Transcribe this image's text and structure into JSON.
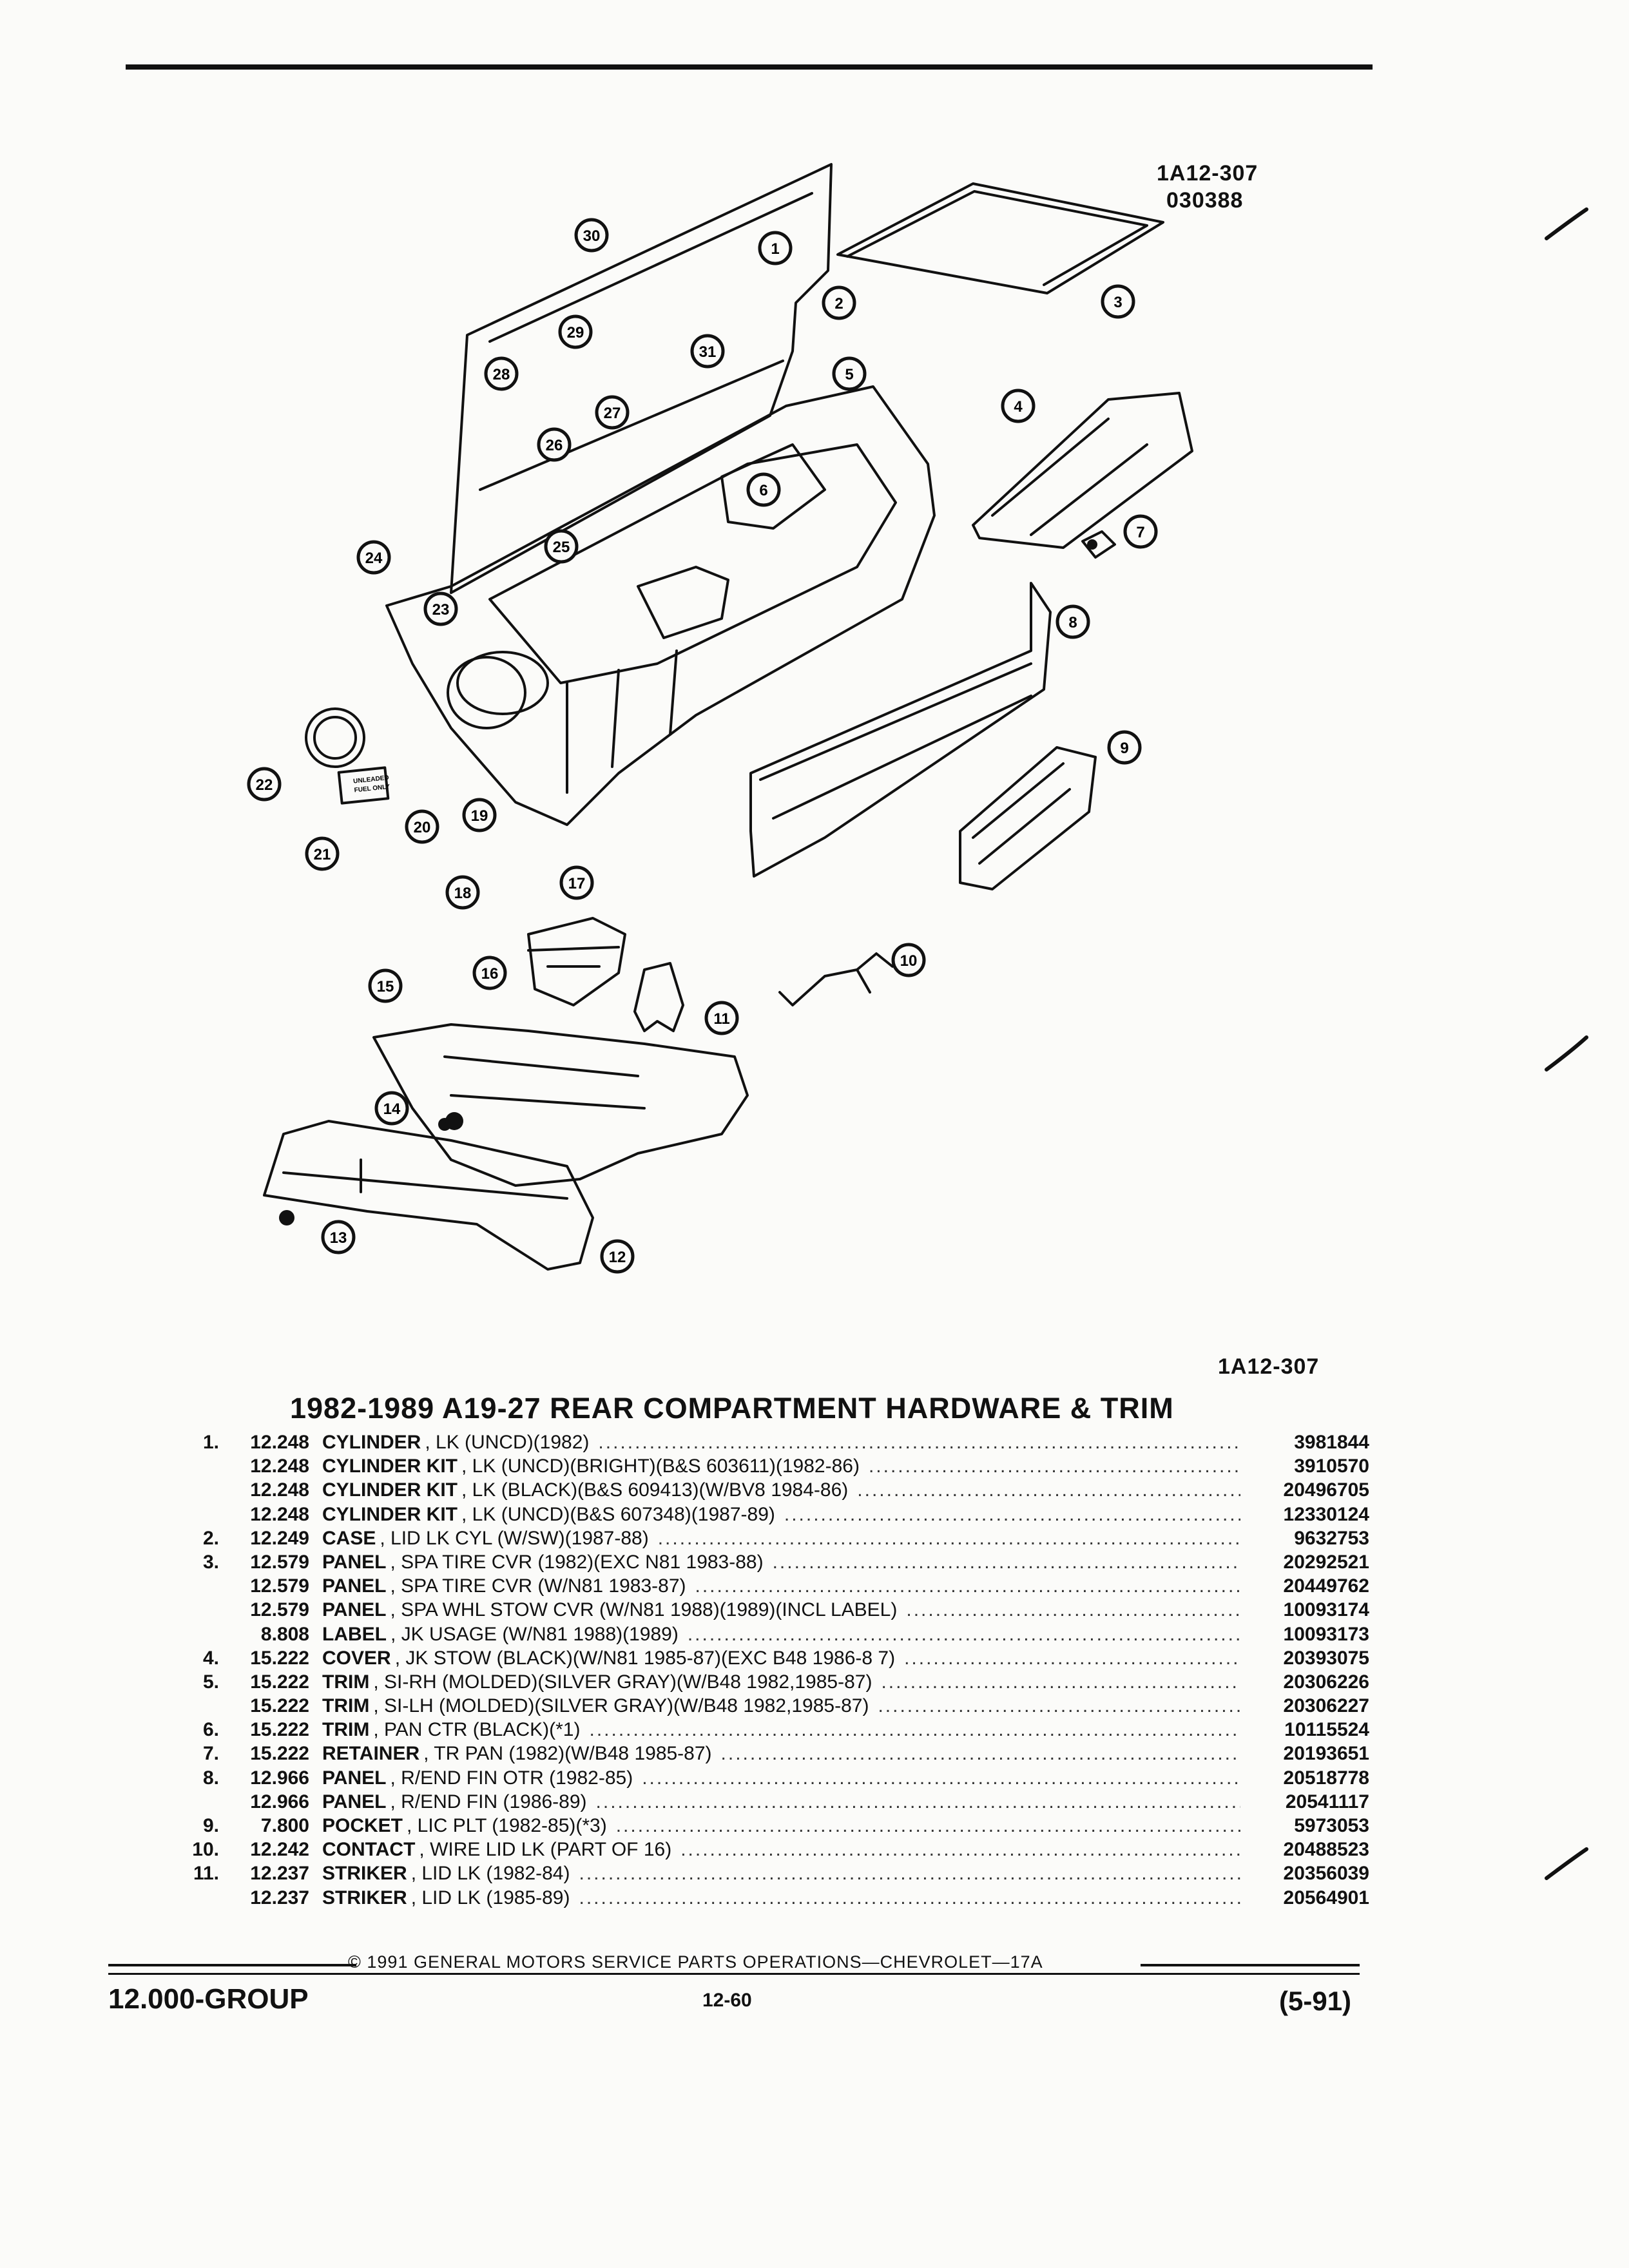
{
  "figure": {
    "id_top": "1A12-307",
    "code_top": "030388",
    "id_bottom": "1A12-307",
    "callouts": [
      "1",
      "2",
      "3",
      "4",
      "5",
      "6",
      "7",
      "8",
      "9",
      "10",
      "11",
      "12",
      "13",
      "14",
      "15",
      "16",
      "17",
      "18",
      "19",
      "20",
      "21",
      "22",
      "23",
      "24",
      "25",
      "26",
      "27",
      "28",
      "29",
      "30",
      "31"
    ],
    "label_text": [
      "UNLEADED",
      "FUEL ONLY"
    ]
  },
  "title": "1982-1989 A19-27 REAR COMPARTMENT HARDWARE & TRIM",
  "parts": [
    {
      "no": "1.",
      "group": "12.248",
      "name": "CYLINDER",
      "detail": ", LK (UNCD)(1982)",
      "part_no": "3981844"
    },
    {
      "no": "",
      "group": "12.248",
      "name": "CYLINDER KIT",
      "detail": ", LK (UNCD)(BRIGHT)(B&S 603611)(1982-86)",
      "part_no": "3910570"
    },
    {
      "no": "",
      "group": "12.248",
      "name": "CYLINDER KIT",
      "detail": ", LK (BLACK)(B&S 609413)(W/BV8 1984-86)",
      "part_no": "20496705"
    },
    {
      "no": "",
      "group": "12.248",
      "name": "CYLINDER KIT",
      "detail": ", LK (UNCD)(B&S 607348)(1987-89)",
      "part_no": "12330124"
    },
    {
      "no": "2.",
      "group": "12.249",
      "name": "CASE",
      "detail": ", LID LK CYL (W/SW)(1987-88)",
      "part_no": "9632753"
    },
    {
      "no": "3.",
      "group": "12.579",
      "name": "PANEL",
      "detail": ", SPA TIRE CVR (1982)(EXC N81 1983-88)",
      "part_no": "20292521"
    },
    {
      "no": "",
      "group": "12.579",
      "name": "PANEL",
      "detail": ", SPA TIRE CVR (W/N81 1983-87)",
      "part_no": "20449762"
    },
    {
      "no": "",
      "group": "12.579",
      "name": "PANEL",
      "detail": ", SPA WHL STOW CVR (W/N81 1988)(1989)(INCL LABEL)",
      "part_no": "10093174"
    },
    {
      "no": "",
      "group": "8.808",
      "name": "LABEL",
      "detail": ", JK USAGE (W/N81 1988)(1989)",
      "part_no": "10093173"
    },
    {
      "no": "4.",
      "group": "15.222",
      "name": "COVER",
      "detail": ", JK STOW (BLACK)(W/N81 1985-87)(EXC B48 1986-8 7)",
      "part_no": "20393075"
    },
    {
      "no": "5.",
      "group": "15.222",
      "name": "TRIM",
      "detail": ", SI-RH (MOLDED)(SILVER GRAY)(W/B48 1982,1985-87)",
      "part_no": "20306226"
    },
    {
      "no": "",
      "group": "15.222",
      "name": "TRIM",
      "detail": ", SI-LH (MOLDED)(SILVER GRAY)(W/B48 1982,1985-87)",
      "part_no": "20306227"
    },
    {
      "no": "6.",
      "group": "15.222",
      "name": "TRIM",
      "detail": ", PAN CTR (BLACK)(*1)",
      "part_no": "10115524"
    },
    {
      "no": "7.",
      "group": "15.222",
      "name": "RETAINER",
      "detail": ", TR PAN (1982)(W/B48 1985-87)",
      "part_no": "20193651"
    },
    {
      "no": "8.",
      "group": "12.966",
      "name": "PANEL",
      "detail": ", R/END FIN OTR (1982-85)",
      "part_no": "20518778"
    },
    {
      "no": "",
      "group": "12.966",
      "name": "PANEL",
      "detail": ", R/END FIN (1986-89)",
      "part_no": "20541117"
    },
    {
      "no": "9.",
      "group": "7.800",
      "name": "POCKET",
      "detail": ", LIC PLT (1982-85)(*3)",
      "part_no": "5973053"
    },
    {
      "no": "10.",
      "group": "12.242",
      "name": "CONTACT",
      "detail": ", WIRE LID LK (PART OF 16)",
      "part_no": "20488523"
    },
    {
      "no": "11.",
      "group": "12.237",
      "name": "STRIKER",
      "detail": ", LID LK (1982-84)",
      "part_no": "20356039"
    },
    {
      "no": "",
      "group": "12.237",
      "name": "STRIKER",
      "detail": ", LID LK (1985-89)",
      "part_no": "20564901"
    }
  ],
  "footer": {
    "copyright": "© 1991 GENERAL MOTORS SERVICE PARTS OPERATIONS—CHEVROLET—17A",
    "group": "12.000-GROUP",
    "page": "12-60",
    "date": "(5-91)"
  }
}
